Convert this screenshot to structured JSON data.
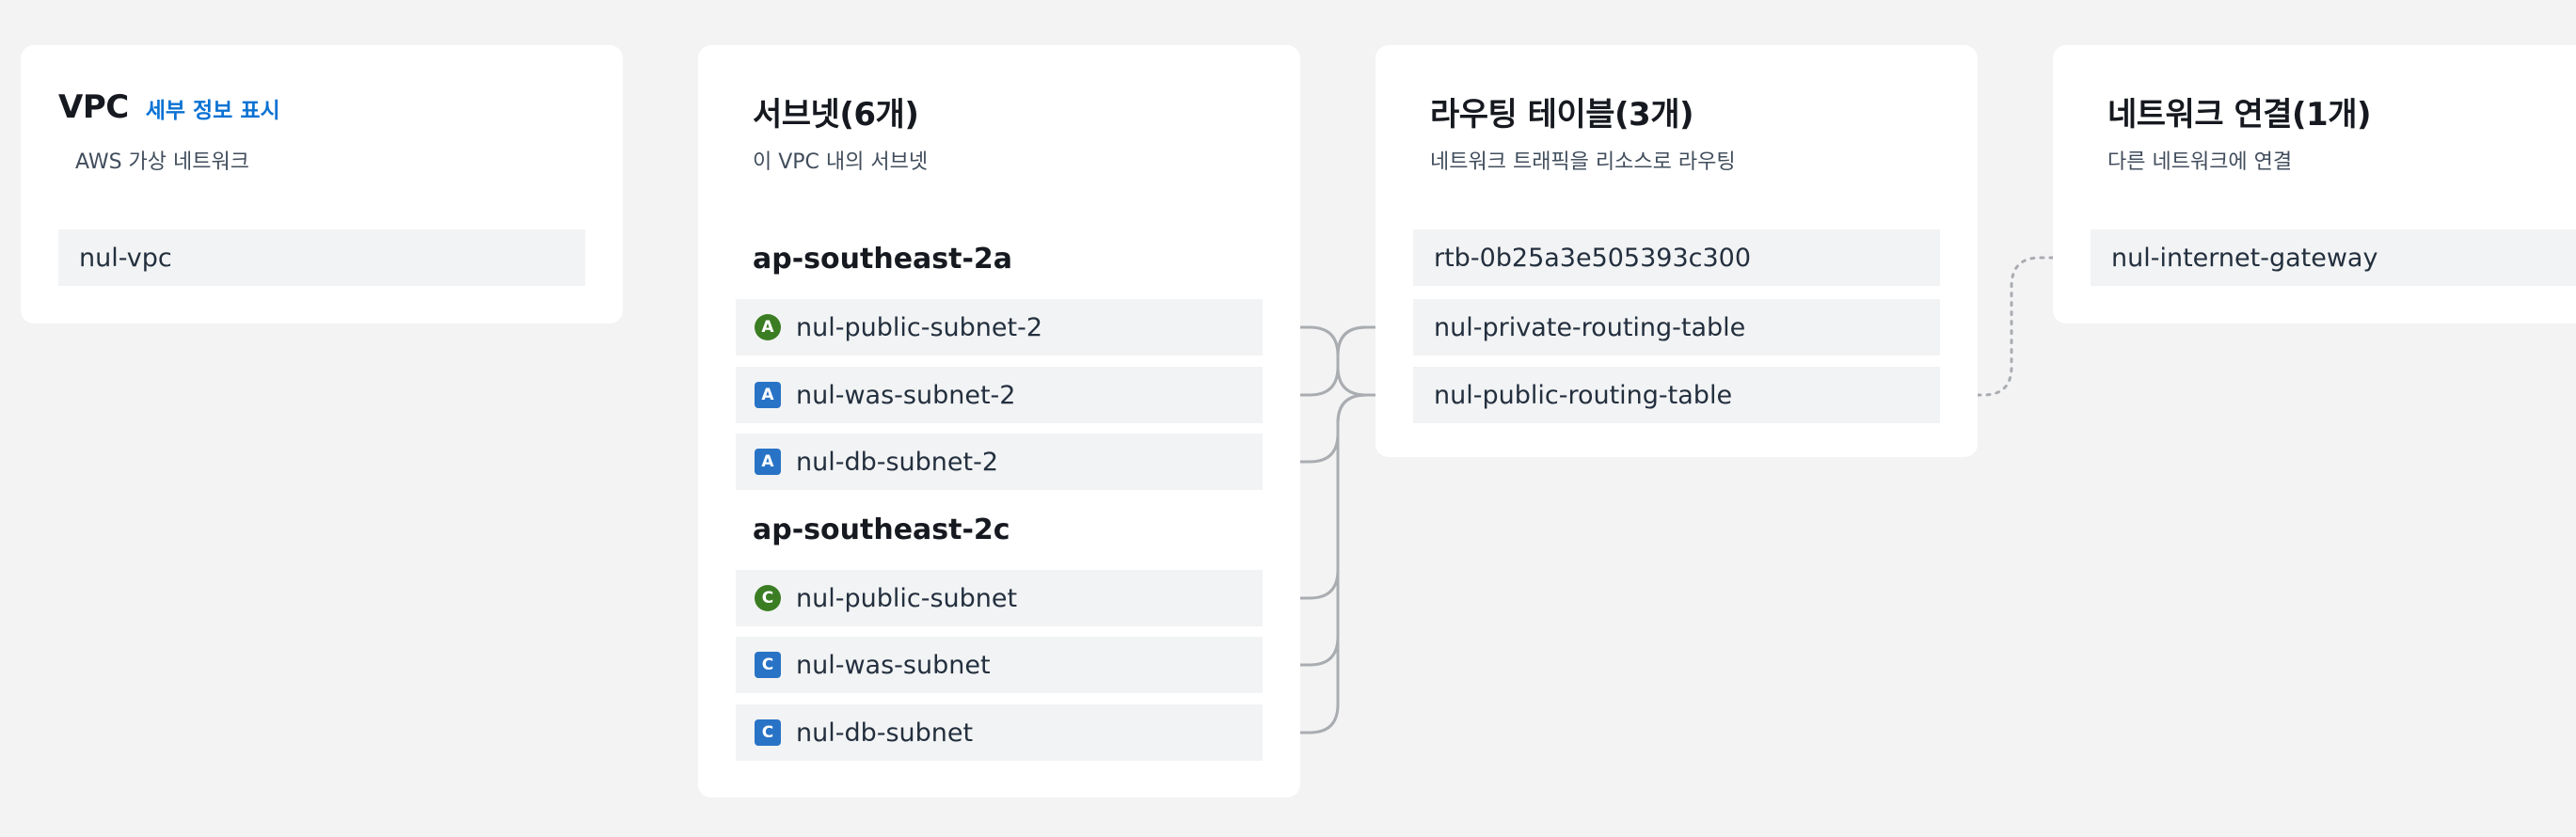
{
  "vpc": {
    "title": "VPC",
    "details_link": "세부 정보 표시",
    "subtitle": "AWS 가상 네트워크",
    "item": "nul-vpc"
  },
  "subnets": {
    "title": "서브넷(6개)",
    "subtitle": "이 VPC 내의 서브넷",
    "groups": [
      {
        "az": "ap-southeast-2a",
        "items": [
          {
            "name": "nul-public-subnet-2",
            "badge": "A"
          },
          {
            "name": "nul-was-subnet-2",
            "badge": "A"
          },
          {
            "name": "nul-db-subnet-2",
            "badge": "A"
          }
        ]
      },
      {
        "az": "ap-southeast-2c",
        "items": [
          {
            "name": "nul-public-subnet",
            "badge": "C"
          },
          {
            "name": "nul-was-subnet",
            "badge": "C"
          },
          {
            "name": "nul-db-subnet",
            "badge": "C"
          }
        ]
      }
    ]
  },
  "route_tables": {
    "title": "라우팅 테이블(3개)",
    "subtitle": "네트워크 트래픽을 리소스로 라우팅",
    "items": [
      "rtb-0b25a3e505393c300",
      "nul-private-routing-table",
      "nul-public-routing-table"
    ]
  },
  "network_connections": {
    "title": "네트워크 연결(1개)",
    "subtitle": "다른 네트워크에 연결",
    "items": [
      "nul-internet-gateway"
    ]
  },
  "colors": {
    "public_badge": "#3b7d23",
    "private_badge": "#2873c6",
    "link": "#0972d3",
    "connector": "#a9acb0"
  }
}
